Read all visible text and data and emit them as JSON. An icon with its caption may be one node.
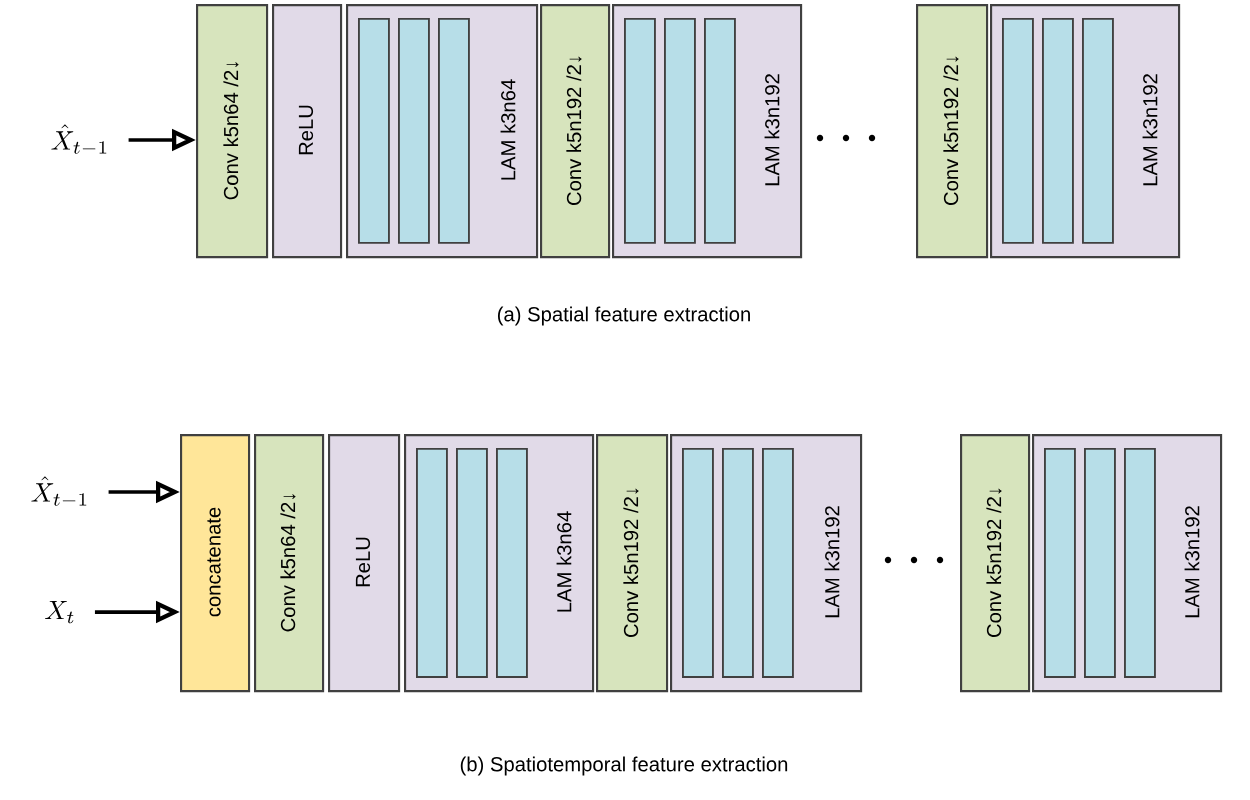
{
  "diagram": {
    "nodes": [
      {
        "text": [
          "\\hat{X}_{t-1}"
        ]
      },
      {
        "text": [
          "Conv k5n64 /2↓"
        ]
      },
      {
        "text": [
          "ReLU"
        ]
      },
      {
        "text": [
          "LAM k3n64"
        ]
      },
      {
        "text": [],
        "shape": "bar",
        "in": 3
      },
      {
        "text": [],
        "shape": "bar",
        "in": 3
      },
      {
        "text": [],
        "shape": "bar",
        "in": 3
      },
      {
        "text": [
          "Conv k5n192 /2↓"
        ]
      },
      {
        "text": [
          "LAM k3n192"
        ]
      },
      {
        "text": [],
        "shape": "bar",
        "in": 8
      },
      {
        "text": [],
        "shape": "bar",
        "in": 8
      },
      {
        "text": [],
        "shape": "bar",
        "in": 8
      },
      {
        "text": [
          "Conv k5n192 /2↓"
        ]
      },
      {
        "text": [
          "LAM k3n192"
        ]
      },
      {
        "text": [],
        "shape": "bar",
        "in": 13
      },
      {
        "text": [],
        "shape": "bar",
        "in": 13
      },
      {
        "text": [],
        "shape": "bar",
        "in": 13
      },
      {
        "text": [
          "\\hat{X}_{t-1}"
        ]
      },
      {
        "text": [
          "X_{t}"
        ]
      },
      {
        "text": [
          "concatenate"
        ]
      },
      {
        "text": [
          "Conv k5n64 /2↓"
        ]
      },
      {
        "text": [
          "ReLU"
        ]
      },
      {
        "text": [
          "LAM k3n64"
        ]
      },
      {
        "text": [],
        "shape": "bar",
        "in": 22
      },
      {
        "text": [],
        "shape": "bar",
        "in": 22
      },
      {
        "text": [],
        "shape": "bar",
        "in": 22
      },
      {
        "text": [
          "Conv k5n192 /2↓"
        ]
      },
      {
        "text": [
          "LAM k3n192"
        ]
      },
      {
        "text": [],
        "shape": "bar",
        "in": 27
      },
      {
        "text": [],
        "shape": "bar",
        "in": 27
      },
      {
        "text": [],
        "shape": "bar",
        "in": 27
      },
      {
        "text": [
          "Conv k5n192 /2↓"
        ]
      },
      {
        "text": [
          "LAM k3n192"
        ]
      },
      {
        "text": [],
        "shape": "bar",
        "in": 32
      },
      {
        "text": [],
        "shape": "bar",
        "in": 32
      },
      {
        "text": [],
        "shape": "bar",
        "in": 32
      }
    ],
    "edges": [
      {
        "from": 0,
        "to": 1,
        "arrow": "to"
      },
      {
        "from": 17,
        "to": 19,
        "arrow": "to"
      },
      {
        "from": 18,
        "to": 19,
        "arrow": "to"
      }
    ],
    "labels": [
      "(a) Spatial feature extraction",
      "(b) Spatiotemporal feature extraction"
    ]
  }
}
